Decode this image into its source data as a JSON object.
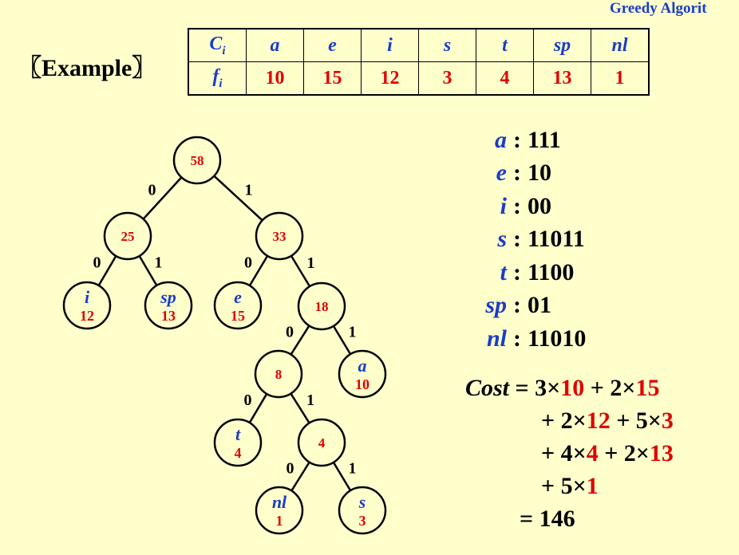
{
  "header": {
    "title": "Greedy Algorit"
  },
  "example_label": "〖Example〗",
  "table": {
    "row_labels": {
      "char": "C",
      "char_sub": "i",
      "freq": "f",
      "freq_sub": "i"
    },
    "chars": [
      "a",
      "e",
      "i",
      "s",
      "t",
      "sp",
      "nl"
    ],
    "freqs": [
      "10",
      "15",
      "12",
      "3",
      "4",
      "13",
      "1"
    ]
  },
  "tree": {
    "nodes": [
      {
        "id": "n58",
        "weight": "58"
      },
      {
        "id": "n25",
        "weight": "25"
      },
      {
        "id": "n33",
        "weight": "33"
      },
      {
        "id": "leaf-i",
        "sym": "i",
        "weight": "12"
      },
      {
        "id": "leaf-sp",
        "sym": "sp",
        "weight": "13"
      },
      {
        "id": "leaf-e",
        "sym": "e",
        "weight": "15"
      },
      {
        "id": "n18",
        "weight": "18"
      },
      {
        "id": "n8",
        "weight": "8"
      },
      {
        "id": "leaf-a",
        "sym": "a",
        "weight": "10"
      },
      {
        "id": "leaf-t",
        "sym": "t",
        "weight": "4"
      },
      {
        "id": "n4",
        "weight": "4"
      },
      {
        "id": "leaf-nl",
        "sym": "nl",
        "weight": "1"
      },
      {
        "id": "leaf-s",
        "sym": "s",
        "weight": "3"
      }
    ],
    "edges": [
      {
        "from": "n58",
        "to": "n25",
        "bit": "0"
      },
      {
        "from": "n58",
        "to": "n33",
        "bit": "1"
      },
      {
        "from": "n25",
        "to": "leaf-i",
        "bit": "0"
      },
      {
        "from": "n25",
        "to": "leaf-sp",
        "bit": "1"
      },
      {
        "from": "n33",
        "to": "leaf-e",
        "bit": "0"
      },
      {
        "from": "n33",
        "to": "n18",
        "bit": "1"
      },
      {
        "from": "n18",
        "to": "n8",
        "bit": "0"
      },
      {
        "from": "n18",
        "to": "leaf-a",
        "bit": "1"
      },
      {
        "from": "n8",
        "to": "leaf-t",
        "bit": "0"
      },
      {
        "from": "n8",
        "to": "n4",
        "bit": "1"
      },
      {
        "from": "n4",
        "to": "leaf-nl",
        "bit": "0"
      },
      {
        "from": "n4",
        "to": "leaf-s",
        "bit": "1"
      }
    ]
  },
  "codes": [
    {
      "sym": "a",
      "sep": ":",
      "bits": "111"
    },
    {
      "sym": "e",
      "sep": ":",
      "bits": "10"
    },
    {
      "sym": "i",
      "sep": ":",
      "bits": "00"
    },
    {
      "sym": "s",
      "sep": ":",
      "bits": "11011"
    },
    {
      "sym": "t",
      "sep": ":",
      "bits": "1100"
    },
    {
      "sym": "sp",
      "sep": ":",
      "bits": "01"
    },
    {
      "sym": "nl",
      "sep": ":",
      "bits": "11010"
    }
  ],
  "cost": {
    "label": "Cost",
    "eq": " = ",
    "l1": [
      {
        "t": "3×",
        "r": false
      },
      {
        "t": "10",
        "r": true
      },
      {
        "t": " + 2×",
        "r": false
      },
      {
        "t": "15",
        "r": true
      }
    ],
    "l2": [
      {
        "t": "+ 2×",
        "r": false
      },
      {
        "t": "12",
        "r": true
      },
      {
        "t": " + 5×",
        "r": false
      },
      {
        "t": "3",
        "r": true
      }
    ],
    "l3": [
      {
        "t": "+ 4×",
        "r": false
      },
      {
        "t": "4",
        "r": true
      },
      {
        "t": " + 2×",
        "r": false
      },
      {
        "t": "13",
        "r": true
      }
    ],
    "l4": [
      {
        "t": "+ 5×",
        "r": false
      },
      {
        "t": "1",
        "r": true
      }
    ],
    "total": "= 146"
  },
  "colors": {
    "blue": "#1a3cc8",
    "red": "#e00000",
    "background": "#FFFFCC"
  }
}
